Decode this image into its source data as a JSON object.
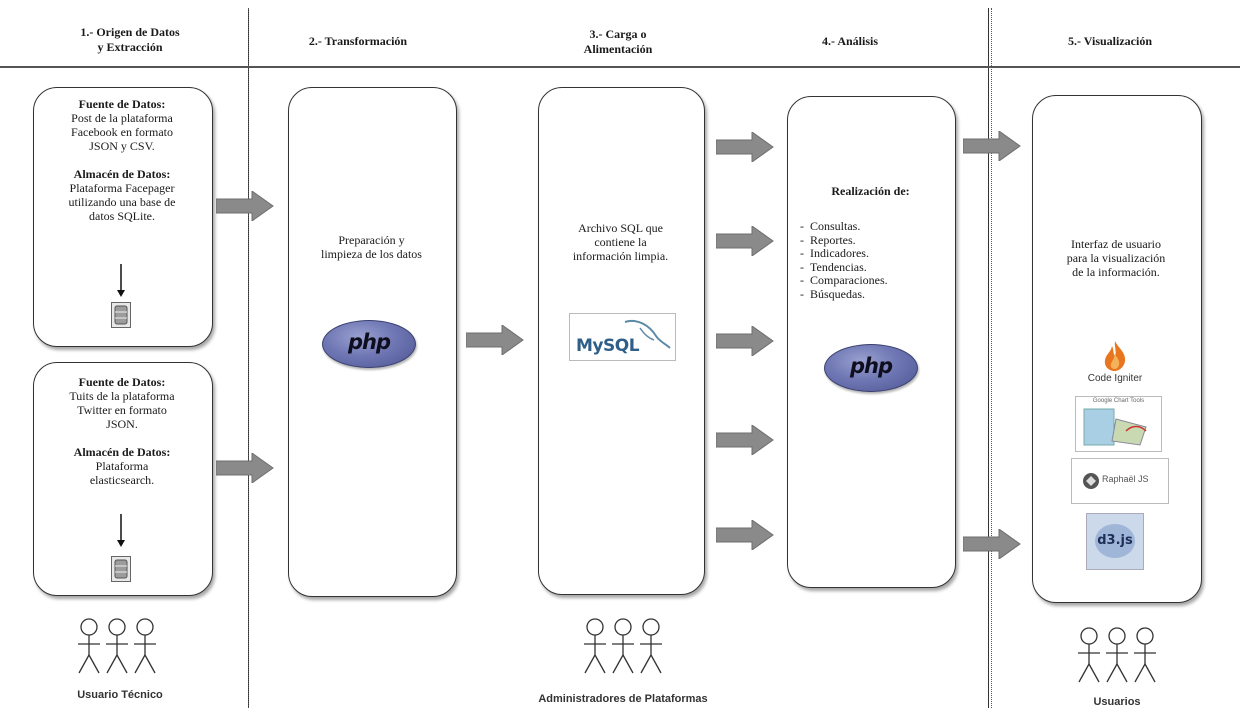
{
  "stages": [
    {
      "title_line1": "1.- Origen de Datos",
      "title_line2": "y Extracción"
    },
    {
      "title_line1": "2.- Transformación",
      "title_line2": ""
    },
    {
      "title_line1": "3.- Carga o",
      "title_line2": "Alimentación"
    },
    {
      "title_line1": "4.- Análisis",
      "title_line2": ""
    },
    {
      "title_line1": "5.- Visualización",
      "title_line2": ""
    }
  ],
  "source_facebook": {
    "source_label": "Fuente de Datos:",
    "source_lines": [
      "Post de la plataforma",
      "Facebook en formato",
      "JSON y CSV."
    ],
    "storage_label": "Almacén de Datos:",
    "storage_lines": [
      "Plataforma Facepager",
      "utilizando una base de",
      "datos SQLite."
    ]
  },
  "source_twitter": {
    "source_label": "Fuente de Datos:",
    "source_lines": [
      "Tuits de la plataforma",
      "Twitter en formato",
      "JSON."
    ],
    "storage_label": "Almacén de Datos:",
    "storage_lines": [
      "Plataforma",
      "elasticsearch."
    ]
  },
  "transform": {
    "lines": [
      "Preparación y",
      "limpieza de los datos"
    ],
    "logo_text": "php"
  },
  "load": {
    "lines": [
      "Archivo SQL que",
      "contiene la",
      "información limpia."
    ],
    "logo_text": "MySQL"
  },
  "analysis": {
    "title": "Realización de:",
    "items": [
      "Consultas.",
      "Reportes.",
      "Indicadores.",
      "Tendencias.",
      "Comparaciones.",
      "Búsquedas."
    ],
    "logo_text": "php"
  },
  "visual": {
    "lines": [
      "Interfaz de usuario",
      "para la visualización",
      "de la información."
    ],
    "logos": [
      "Code Igniter",
      "Google Chart Tools",
      "Raphaël JS",
      "d3.js"
    ]
  },
  "actors": [
    "Usuario Técnico",
    "Administradores de Plataformas",
    "Usuarios"
  ],
  "colors": {
    "arrow": "#8a8a8a",
    "php": "#6f77b4",
    "border": "#333333"
  }
}
